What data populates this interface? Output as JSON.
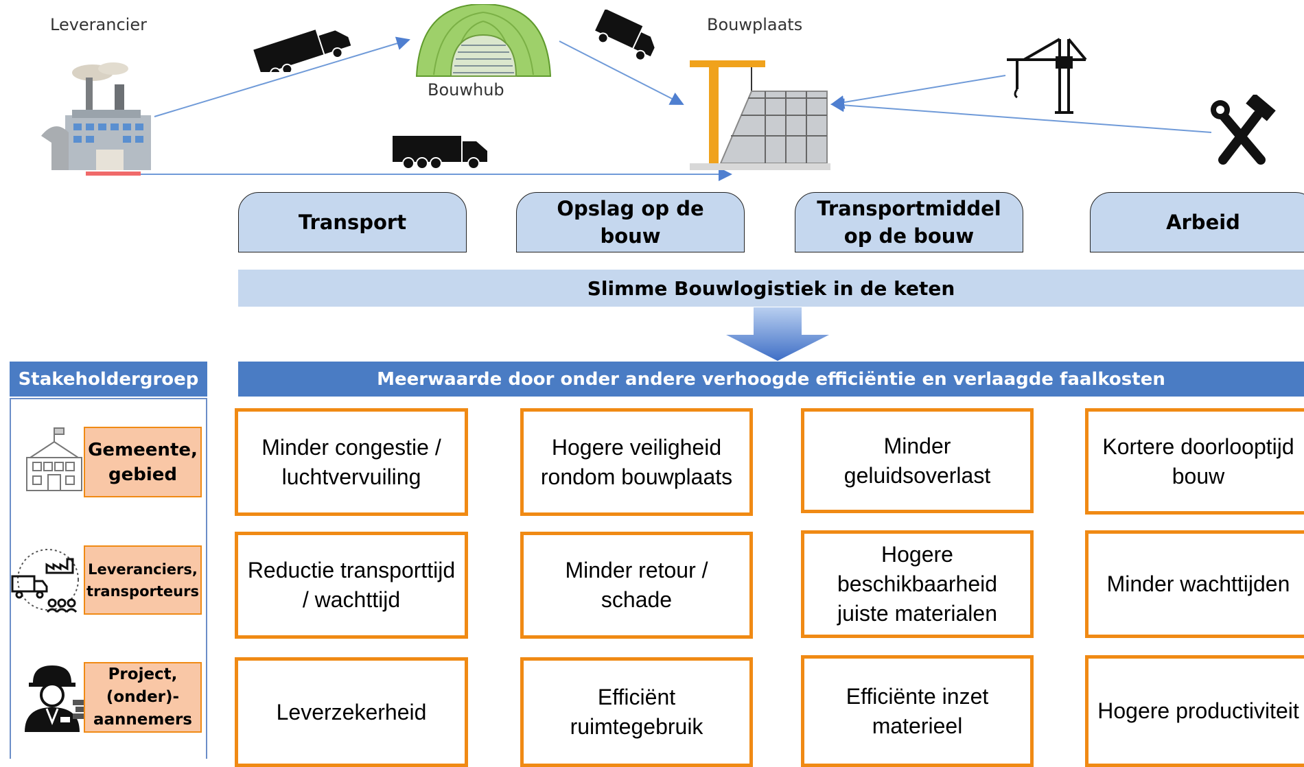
{
  "top": {
    "supplier_label": "Leverancier",
    "hub_label": "Bouwhub",
    "site_label": "Bouwplaats"
  },
  "tabs": [
    "Transport",
    "Opslag op de bouw",
    "Transportmiddel op de bouw",
    "Arbeid"
  ],
  "band_label": "Slimme Bouwlogistiek in de keten",
  "value_header": "Meerwaarde door onder andere verhoogde efficiëntie en verlaagde faalkosten",
  "stakeholder_header": "Stakeholdergroep",
  "stakeholders": [
    {
      "label": "Gemeente, gebied",
      "icon": "town-hall-icon"
    },
    {
      "label": "Leveranciers, transporteurs",
      "icon": "logistics-icon"
    },
    {
      "label": "Project, (onder)-aannemers",
      "icon": "worker-icon"
    }
  ],
  "cells": [
    [
      "Minder congestie / luchtvervuiling",
      "Hogere veiligheid rondom bouwplaats",
      "Minder geluidsoverlast",
      "Kortere doorlooptijd bouw"
    ],
    [
      "Reductie transporttijd / wachttijd",
      "Minder retour / schade",
      "Hogere beschikbaarheid juiste materialen",
      "Minder wachttijden"
    ],
    [
      "Leverzekerheid",
      "Efficiënt ruimtegebruik",
      "Efficiënte inzet materieel",
      "Hogere productiviteit"
    ]
  ],
  "colors": {
    "tab_fill": "#c5d7ee",
    "header_blue": "#4a7cc4",
    "cell_border": "#f08a14",
    "stakeholder_fill": "#f9c7a6",
    "arrow_blue": "#4f7fd0"
  }
}
